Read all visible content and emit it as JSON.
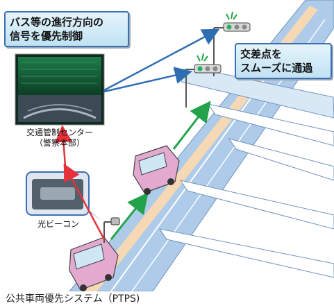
{
  "callouts": {
    "signal_priority": [
      "バス等の進行方向の",
      "信号を優先制御"
    ],
    "smooth_pass": [
      "交差点を",
      "スムーズに通過"
    ]
  },
  "labels": {
    "control_center": [
      "交通管制センター",
      "（警察本部）"
    ],
    "optical_beacon": "光ビーコン"
  },
  "caption": "公共車両優先システム（PTPS)",
  "colors": {
    "road": "#aecbe9",
    "lane": "#f6d9b4",
    "bus": "#e3a9cf",
    "blue_arrow": "#2f6db3",
    "red_arrow": "#e5323a",
    "green_arrow": "#22a34a",
    "callout_border": "#3a6fb5"
  },
  "icons": [
    "traffic-signal-icon",
    "bus-icon",
    "optical-beacon-icon",
    "control-room-photo"
  ]
}
